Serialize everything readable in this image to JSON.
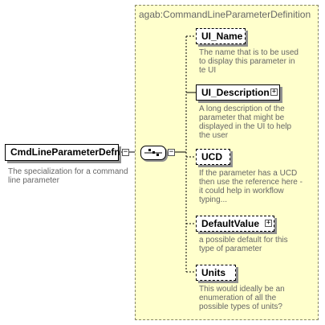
{
  "root": {
    "name": "CmdLineParameterDefn",
    "doc_lines": [
      "The specialization for a command",
      "line parameter"
    ]
  },
  "type": {
    "title": "agab:CommandLineParameterDefinition"
  },
  "children": [
    {
      "name": "UI_Name",
      "expandable": false,
      "doc_lines": [
        "The name that is to be used",
        "to display this parameter in",
        "te UI"
      ]
    },
    {
      "name": "UI_Description",
      "expandable": true,
      "doc_lines": [
        "A long description of the",
        "parameter that might be",
        "displayed in the UI to help",
        "the user"
      ]
    },
    {
      "name": "UCD",
      "expandable": false,
      "doc_lines": [
        "If the parameter has a UCD",
        "then use the reference here -",
        "it could help in workflow",
        "typing..."
      ]
    },
    {
      "name": "DefaultValue",
      "expandable": true,
      "doc_lines": [
        "a possible default for this",
        "type of parameter"
      ]
    },
    {
      "name": "Units",
      "expandable": false,
      "doc_lines": [
        "This would ideally be an",
        "enumeration of all the",
        "possible types of units?"
      ]
    }
  ],
  "icons": {
    "root_collapse": "minus",
    "sequence": "sequence-compositor-icon",
    "sequence_collapse": "minus",
    "expand": "plus"
  }
}
